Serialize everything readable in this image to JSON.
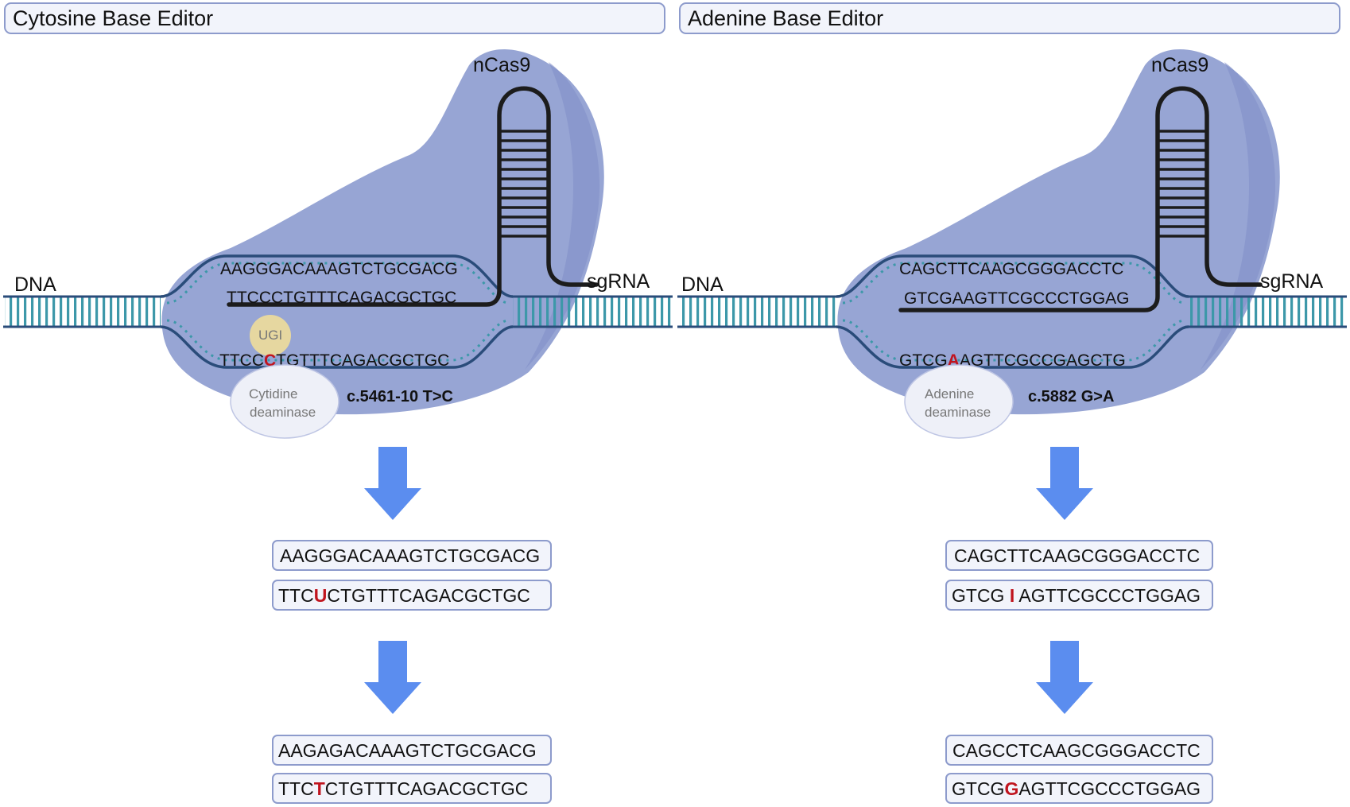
{
  "cbe": {
    "title": "Cytosine Base Editor",
    "cas_label": "nCas9",
    "sgrna_label": "sgRNA",
    "dna_label": "DNA",
    "enzyme_line1": "Cytidine",
    "enzyme_line2": "deaminase",
    "ugi_label": "UGI",
    "mutation": "c.5461-10 T>C",
    "seq_top": "AAGGGACAAAGTCTGCGACG",
    "seq_guide": "TTCCCTGTTTCAGACGCTGC",
    "seq_target": {
      "pre": "TTCC",
      "hl": "C",
      "post": "TGTTTCAGACGCTGC"
    },
    "step1_top": "AAGGGACAAAGTCTGCGACG",
    "step1_bottom": {
      "pre": "TTC",
      "hl": "U",
      "post": "CTGTTTCAGACGCTGC"
    },
    "step2_top": "AAGAGACAAAGTCTGCGACG",
    "step2_bottom": {
      "pre": "TTC",
      "hl": "T",
      "post": "CTGTTTCAGACGCTGC"
    }
  },
  "abe": {
    "title": "Adenine Base Editor",
    "cas_label": "nCas9",
    "sgrna_label": "sgRNA",
    "dna_label": "DNA",
    "enzyme_line1": "Adenine",
    "enzyme_line2": "deaminase",
    "mutation": "c.5882 G>A",
    "seq_top": "CAGCTTCAAGCGGGACCTC",
    "seq_guide": "GTCGAAGTTCGCCCTGGAG",
    "seq_target": {
      "pre": "GTCG",
      "hl": "A",
      "post": "AGTTCGCCGAGCTG"
    },
    "step1_top": "CAGCTTCAAGCGGGACCTC",
    "step1_bottom": {
      "pre": "GTCG ",
      "hl": "I",
      "post": " AGTTCGCCCTGGAG"
    },
    "step2_top": "CAGCCTCAAGCGGGACCTC",
    "step2_bottom": {
      "pre": "GTCG",
      "hl": "G",
      "post": "AGTTCGCCCTGGAG"
    }
  },
  "colors": {
    "cas9_fill": "#97a5d4",
    "cas9_dark": "#8290c8",
    "dna_teal": "#3d98a9",
    "dna_navy": "#2a4c7a",
    "arrow_blue": "#5b8def",
    "highlight_red": "#c0141e",
    "ugi_yellow": "#eedd9a",
    "enzyme_fill": "#eef0f8"
  }
}
